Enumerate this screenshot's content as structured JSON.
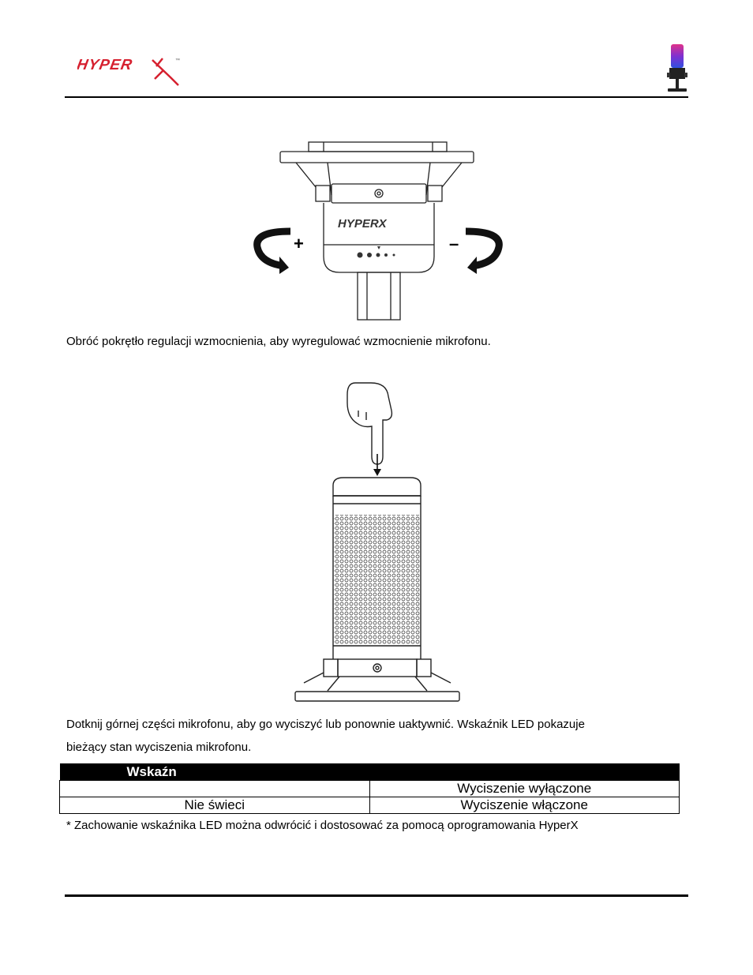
{
  "header": {
    "logo_text": "HYPERX",
    "logo_icon": "hyperx-logo",
    "product_icon": "quadcast-microphone-icon"
  },
  "figure1": {
    "plus_label": "+",
    "minus_label": "–",
    "logo_text": "HYPERX"
  },
  "para1": "Obróć pokrętło regulacji wzmocnienia, aby wyregulować wzmocnienie mikrofonu.",
  "para2_line1": "Dotknij górnej części mikrofonu, aby go wyciszyć lub ponownie uaktywnić. Wskaźnik LED pokazuje",
  "para2_line2": "bieżący stan wyciszenia mikrofonu.",
  "table": {
    "header_left": "Wskaźn",
    "header_right": "",
    "rows": [
      {
        "indicator": "",
        "state": "Wyciszenie wyłączone"
      },
      {
        "indicator": "Nie świeci",
        "state": "Wyciszenie włączone"
      }
    ]
  },
  "footnote": "* Zachowanie wskaźnika LED można odwrócić i dostosować za pomocą oprogramowania HyperX",
  "colors": {
    "brand_red": "#d6202f",
    "rule": "#000000"
  }
}
